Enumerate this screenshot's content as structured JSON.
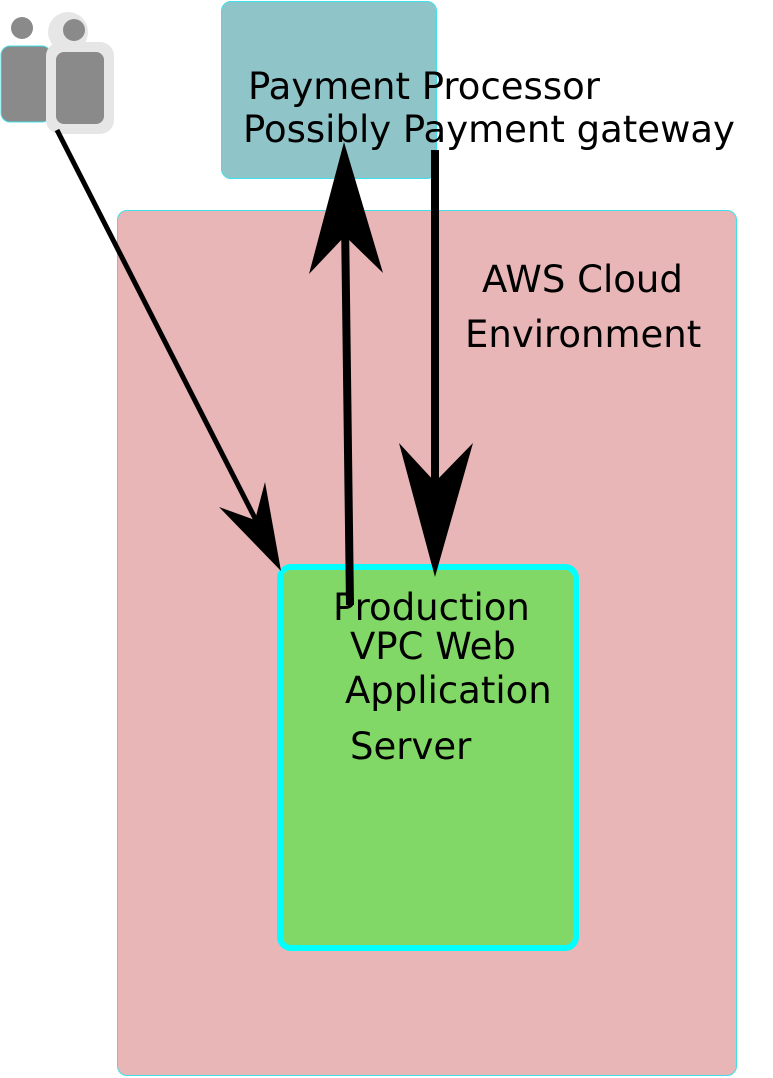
{
  "users_icon": "users-group-icon",
  "payment": {
    "line1": "Payment Processor",
    "line2": "Possibly Payment gateway"
  },
  "aws": {
    "line1": "AWS Cloud",
    "line2": "Environment"
  },
  "vpc": {
    "line1": "Production",
    "line2": "VPC Web",
    "line3": "Application",
    "line4": "Server"
  },
  "colors": {
    "aws_fill": "#e8b6b6",
    "payment_fill": "#8fc4c8",
    "vpc_fill": "#82d866",
    "vpc_border": "#00ffff",
    "arrow": "#000000"
  }
}
